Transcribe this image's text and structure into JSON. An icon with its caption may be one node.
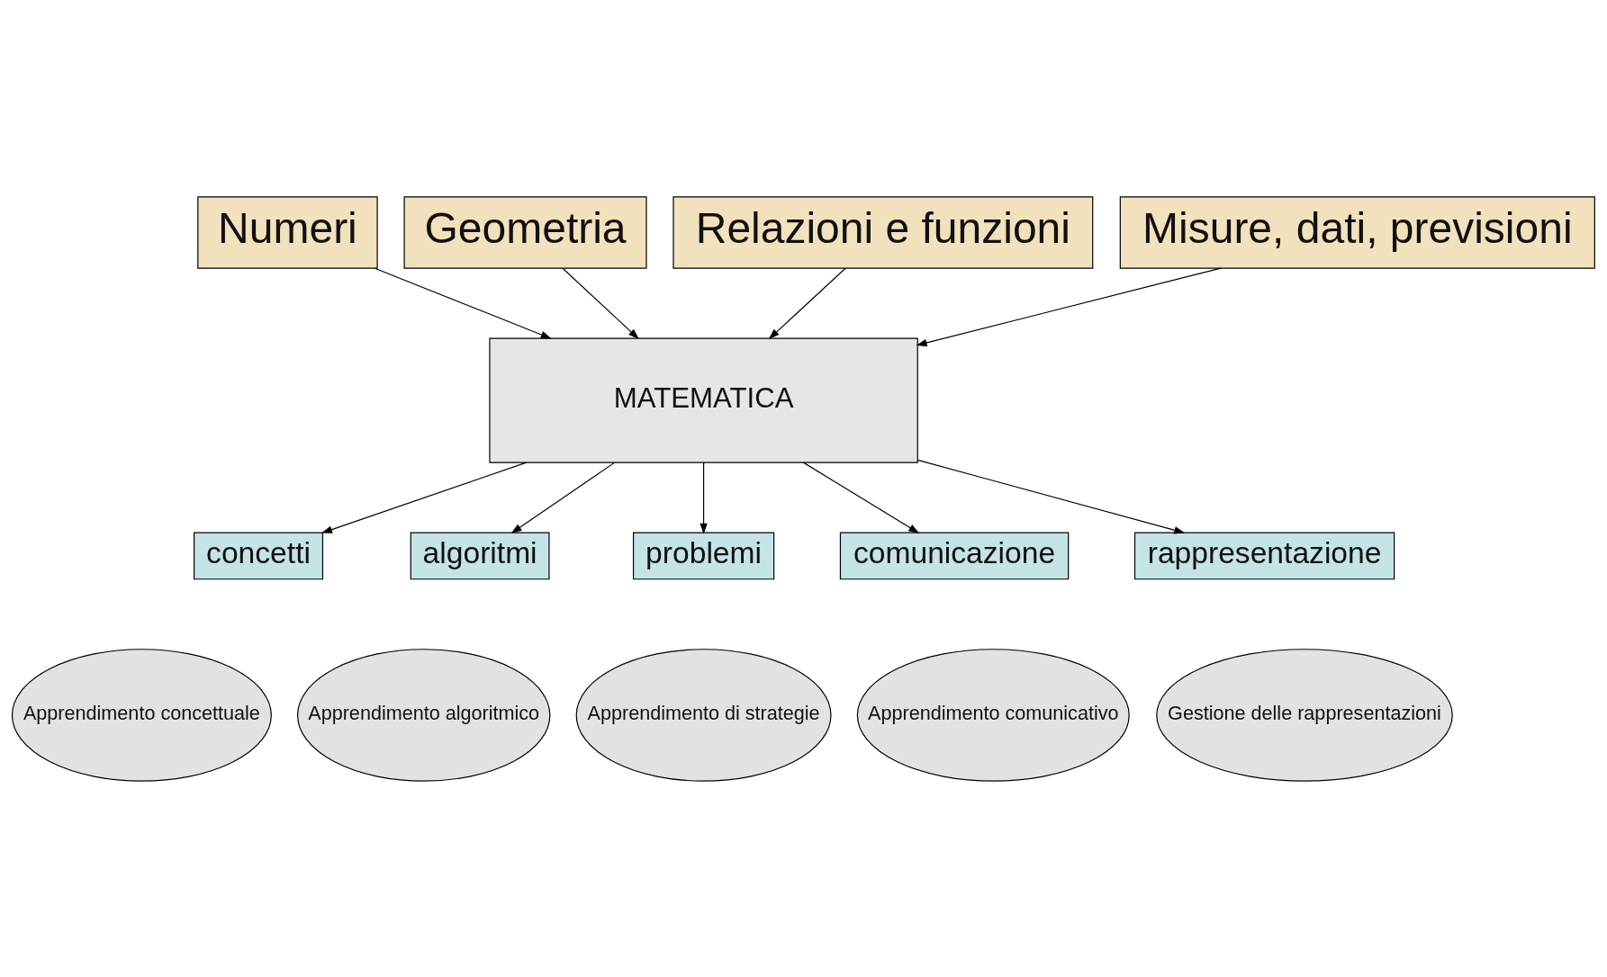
{
  "diagram": {
    "nodes": [
      {
        "text": [
          "Numeri"
        ]
      },
      {
        "text": [
          "Geometria"
        ]
      },
      {
        "text": [
          "Relazioni e funzioni"
        ]
      },
      {
        "text": [
          "Misure, dati, previsioni"
        ]
      },
      {
        "text": [
          "MATEMATICA"
        ]
      },
      {
        "text": [
          "concetti"
        ]
      },
      {
        "text": [
          "algoritmi"
        ]
      },
      {
        "text": [
          "problemi"
        ]
      },
      {
        "text": [
          "comunicazione"
        ]
      },
      {
        "text": [
          "rappresentazione"
        ]
      },
      {
        "text": [
          "Apprendimento concettuale"
        ]
      },
      {
        "text": [
          "Apprendimento algoritmico"
        ]
      },
      {
        "text": [
          "Apprendimento di strategie"
        ]
      },
      {
        "text": [
          "Apprendimento comunicativo"
        ]
      },
      {
        "text": [
          "Gestione delle rappresentazioni"
        ]
      }
    ],
    "edges": [
      {
        "from": 0,
        "to": 4,
        "arrow": "to"
      },
      {
        "from": 1,
        "to": 4,
        "arrow": "to"
      },
      {
        "from": 2,
        "to": 4,
        "arrow": "to"
      },
      {
        "from": 3,
        "to": 4,
        "arrow": "to"
      },
      {
        "from": 4,
        "to": 5,
        "arrow": "to"
      },
      {
        "from": 4,
        "to": 6,
        "arrow": "to"
      },
      {
        "from": 4,
        "to": 7,
        "arrow": "to"
      },
      {
        "from": 4,
        "to": 8,
        "arrow": "to"
      },
      {
        "from": 4,
        "to": 9,
        "arrow": "to"
      }
    ]
  }
}
